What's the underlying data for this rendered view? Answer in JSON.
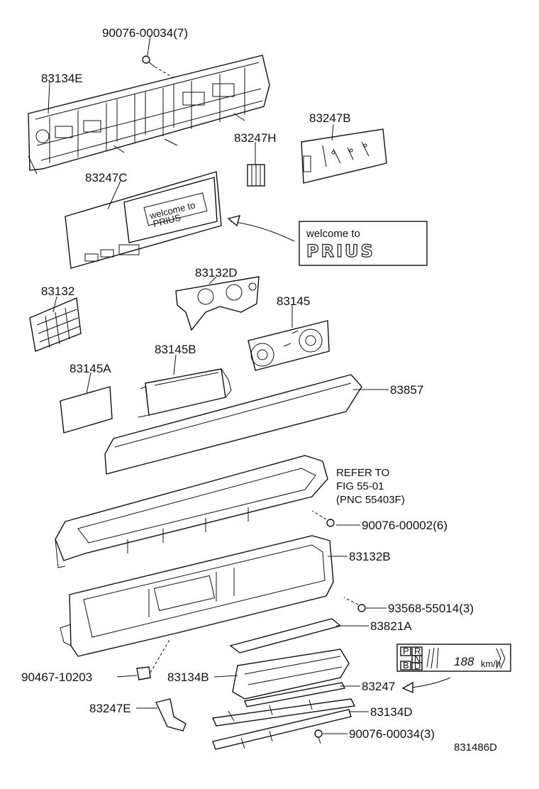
{
  "labels": {
    "p1": "90076-00034(7)",
    "p2": "83134E",
    "p3": "83247B",
    "p4": "83247H",
    "p5": "83247C",
    "p6": "83132D",
    "p7": "83132",
    "p8": "83145",
    "p9": "83145B",
    "p10": "83145A",
    "p11": "83857",
    "p12": "90076-00002(6)",
    "p13": "83132B",
    "p14": "93568-55014(3)",
    "p15": "83821A",
    "p16": "90467-10203",
    "p17": "83134B",
    "p18": "83247",
    "p19": "83247E",
    "p20": "83134D",
    "p21": "90076-00034(3)"
  },
  "refer": {
    "line1": "REFER TO",
    "line2": "FIG 55-01",
    "line3": "(PNC 55403F)"
  },
  "inset_welcome": {
    "line1": "welcome to",
    "brand": "PRIUS"
  },
  "mini_panel": {
    "welcome": "welcome to",
    "brand": "PRIUS"
  },
  "shift": {
    "p": "P",
    "r": "R",
    "n": "N",
    "b": "B",
    "d": "D"
  },
  "speed": {
    "digits": "188",
    "unit": "km/h"
  },
  "figure_code": "831486D"
}
